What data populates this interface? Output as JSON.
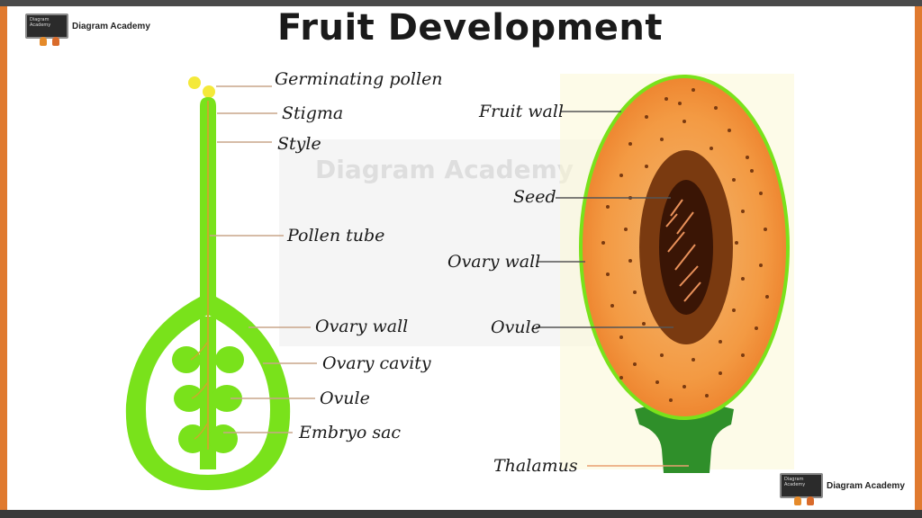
{
  "title": "Fruit Development",
  "brand": {
    "name": "Diagram Academy",
    "board_text": "Diagram Academy"
  },
  "watermark": "Diagram Academy",
  "colors": {
    "green": "#79e21b",
    "dark_green": "#2f8f2a",
    "orange": "#f5a04a",
    "brown": "#7a3a10",
    "accent": "#e07a2f"
  },
  "pistil_labels": {
    "germinating_pollen": "Germinating pollen",
    "stigma": "Stigma",
    "style": "Style",
    "pollen_tube": "Pollen tube",
    "ovary_wall": "Ovary wall",
    "ovary_cavity": "Ovary cavity",
    "ovule": "Ovule",
    "embryo_sac": "Embryo sac"
  },
  "fruit_labels": {
    "fruit_wall": "Fruit wall",
    "seed": "Seed",
    "ovary_wall": "Ovary wall",
    "ovule": "Ovule",
    "thalamus": "Thalamus"
  }
}
